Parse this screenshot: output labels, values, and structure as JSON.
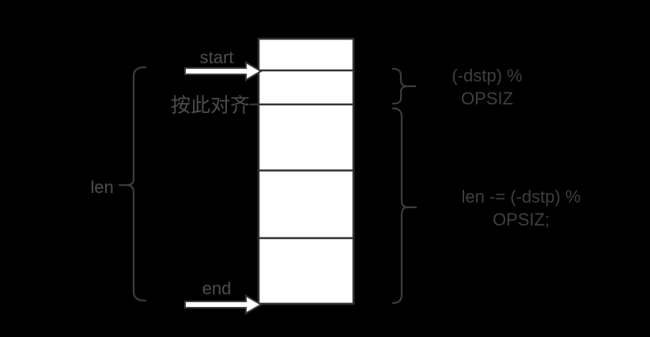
{
  "diagram": {
    "labels": {
      "start": "start",
      "align": "按此对齐",
      "len": "len",
      "end": "end"
    },
    "annotations": {
      "head": {
        "line1": "(-dstp) %",
        "line2": "OPSIZ"
      },
      "body": {
        "line1": "len -= (-dstp) %",
        "line2": "OPSIZ;"
      }
    },
    "stack": {
      "cell_count": 5
    },
    "colors": {
      "background": "#000000",
      "cell_fill": "#ffffff",
      "outline": "#333333",
      "brace_stroke": "#3d3d3d",
      "label_text": "#4d4d4d",
      "annotation_text": "#3f3f3f",
      "arrow_fill": "#ffffff",
      "arrow_stroke": "#3a3a3a"
    }
  }
}
